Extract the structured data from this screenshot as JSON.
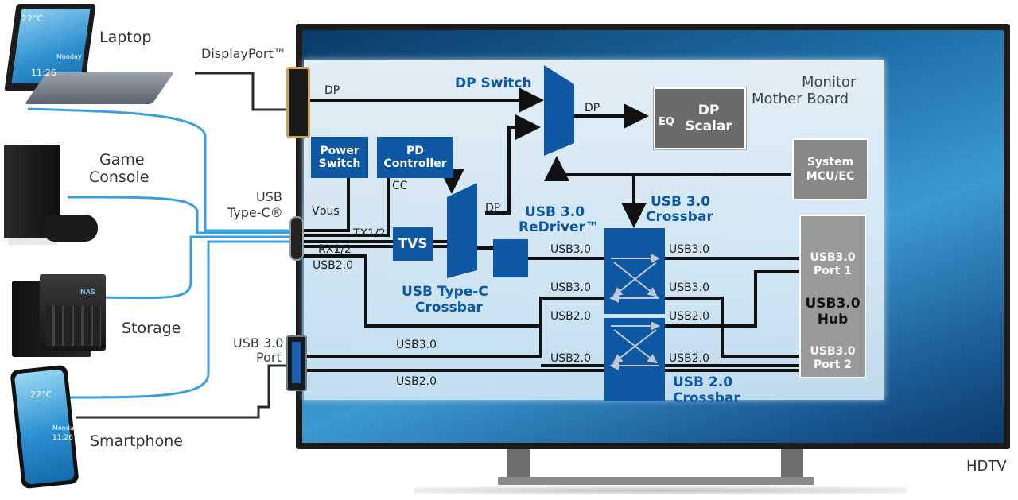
{
  "devices": {
    "laptop": "Laptop",
    "game_console": [
      "Game",
      "Console"
    ],
    "storage": "Storage",
    "smartphone": "Smartphone",
    "laptop_screen_temp": "22°C",
    "laptop_screen_time": "11:26",
    "laptop_screen_day": "Monday",
    "phone_screen_temp": "22°C",
    "phone_screen_day": "Monday",
    "phone_screen_time": "11:26",
    "nas_logo": "NAS"
  },
  "connectors": {
    "displayport": "DisplayPort™",
    "usb_typec": [
      "USB",
      "Type-C®"
    ],
    "usb30_port": [
      "USB 3.0",
      "Port"
    ]
  },
  "tv": {
    "label": "HDTV",
    "board_title": [
      "Monitor",
      "Mother Board"
    ]
  },
  "blocks": {
    "dp_switch": "DP Switch",
    "dp_scalar_eq": "EQ",
    "dp_scalar": [
      "DP",
      "Scalar"
    ],
    "system_mcu": [
      "System",
      "MCU/EC"
    ],
    "power_switch": [
      "Power",
      "Switch"
    ],
    "pd_controller": [
      "PD",
      "Controller"
    ],
    "tvs": "TVS",
    "usb_typec_crossbar": [
      "USB Type-C",
      "Crossbar"
    ],
    "usb30_redriver": [
      "USB 3.0",
      "ReDriver™"
    ],
    "usb30_crossbar": [
      "USB 3.0",
      "Crossbar"
    ],
    "usb20_crossbar": [
      "USB 2.0",
      "Crossbar"
    ],
    "hub": {
      "port1": [
        "USB3.0",
        "Port 1"
      ],
      "name": [
        "USB3.0",
        "Hub"
      ],
      "port2": [
        "USB3.0",
        "Port 2"
      ]
    }
  },
  "signals": {
    "dp_in": "DP",
    "dp_out": "DP",
    "dp_from_crossbar": "DP",
    "cc": "CC",
    "vbus": "Vbus",
    "tx": "TX1/2",
    "rx": "RX1/2",
    "usb20_typec": "USB2.0",
    "usb30_a": "USB3.0",
    "usb30_b": "USB3.0",
    "usb30_c": "USB3.0",
    "usb30_d": "USB3.0",
    "usb30_port": "USB3.0",
    "usb20_a": "USB2.0",
    "usb20_b": "USB2.0",
    "usb20_c": "USB2.0",
    "usb20_d": "USB2.0",
    "usb20_port": "USB2.0"
  },
  "colors": {
    "accent_blue": "#0e57a3",
    "title_blue": "#0a56a8",
    "cable_blue": "#3aa0dc",
    "gray_block": "#6b6b6b",
    "mcu_gray": "#888888",
    "hub_gray": "#9a9a9a"
  }
}
